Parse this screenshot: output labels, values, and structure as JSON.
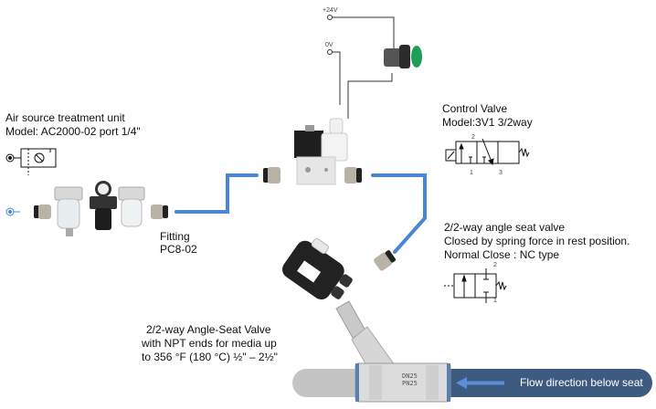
{
  "power": {
    "positive_label": "+24V",
    "zero_label": "0V",
    "indicator_color": "#1f9e5a"
  },
  "air_unit": {
    "title": "Air source treatment unit",
    "model": "Model: AC2000-02 port 1/4\""
  },
  "fitting": {
    "label": "Fitting",
    "model": "PC8-02"
  },
  "control_valve": {
    "title": "Control Valve",
    "model": "Model:3V1 3/2way",
    "ports": [
      "2",
      "1",
      "3"
    ]
  },
  "angle_seat_symbol": {
    "title": "2/2-way angle seat valve",
    "desc": "Closed by spring force in rest position.",
    "type": "Normal Close : NC type",
    "ports": [
      "2",
      "1"
    ]
  },
  "angle_seat_product": {
    "line1": "2/2-way Angle-Seat Valve",
    "line2": "with NPT ends for media up",
    "line3": "to 356 °F (180 °C) ½\" – 2½\"",
    "body_marking_1": "DN25",
    "body_marking_2": "PN25"
  },
  "flow": {
    "label": "Flow direction below seat",
    "banner_color": "#3d5a80",
    "arrow_color": "#5b8fd6"
  },
  "colors": {
    "air_tube": "#4a86d4",
    "wire": "#333333"
  }
}
